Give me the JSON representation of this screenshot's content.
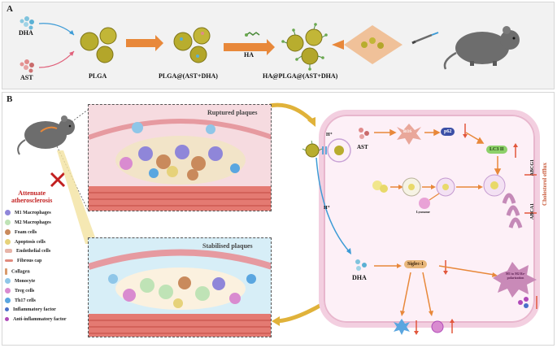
{
  "panel_a": {
    "letter": "A",
    "labels": {
      "dha": "DHA",
      "ast": "AST",
      "plga": "PLGA",
      "loaded": "PLGA@(AST+DHA)",
      "ha": "HA",
      "final": "HA@PLGA@(AST+DHA)"
    }
  },
  "panel_b": {
    "letter": "B",
    "attenuate": "Attenuate\natherosclerosis",
    "ruptured_title": "Ruptured plaques",
    "stabilised_title": "Stabilised plaques",
    "legend": [
      {
        "label": "M1 Macrophages",
        "color": "#8f86d9",
        "icon": "m1-macrophage-icon"
      },
      {
        "label": "M2 Macrophages",
        "color": "#bfe3b6",
        "icon": "m2-macrophage-icon"
      },
      {
        "label": "Foam cells",
        "color": "#c98a5c",
        "icon": "foam-cell-icon"
      },
      {
        "label": "Apoptosis cells",
        "color": "#e6d27a",
        "icon": "apoptosis-cell-icon"
      },
      {
        "label": "Endothelial cells",
        "color": "#e7b4a8",
        "icon": "endothelial-cell-icon"
      },
      {
        "label": "Fibrous cap",
        "color": "#e08a7d",
        "icon": "fibrous-cap-icon"
      },
      {
        "label": "Collagen",
        "color": "#d99a6c",
        "icon": "collagen-icon"
      },
      {
        "label": "Monocyte",
        "color": "#8fc6e8",
        "icon": "monocyte-icon"
      },
      {
        "label": "Treg cells",
        "color": "#d98bd0",
        "icon": "treg-cell-icon"
      },
      {
        "label": "Th17 cells",
        "color": "#5aa6e0",
        "icon": "th17-cell-icon"
      },
      {
        "label": "Inflammatory factor",
        "color": "#4a6fc9",
        "icon": "inflammatory-factor-icon"
      },
      {
        "label": "Anti-inflammatory factor",
        "color": "#b04ab8",
        "icon": "anti-inflammatory-factor-icon"
      }
    ],
    "mechanism": {
      "h_plus_top": "H⁺",
      "h_plus_side": "H⁺",
      "ast": "AST",
      "ros": "ROS",
      "p62": "p62",
      "lc3": "LC3 II",
      "lysosome": "Lysosome",
      "abcg1": "ABCG1",
      "abca1": "ABCA1",
      "efflux": "Cholesterol efflux",
      "dha": "DHA",
      "siglec": "Siglec-1",
      "polarization": "M1 to M2 Re-polarization"
    }
  },
  "colors": {
    "arrow_orange": "#e8883a",
    "arrow_blue": "#3d9bd6",
    "arrow_red": "#e2573c",
    "cell_pink": "#f3cfe0",
    "plaque_ruptured_bg": "#f6dbe0",
    "plaque_stable_bg": "#d7eef7",
    "attenuate_red": "#c21f1f"
  }
}
